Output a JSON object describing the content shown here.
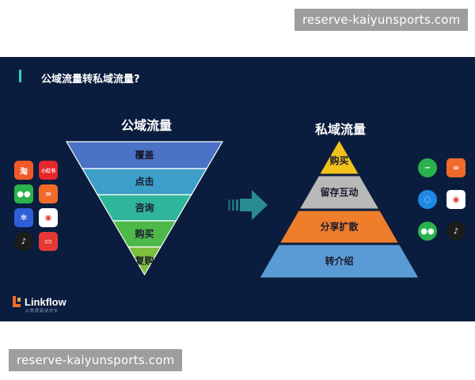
{
  "watermark_top": "reserve-kaiyunsports.com",
  "watermark_bottom": "reserve-kaiyunsports.com",
  "slide_title": "公域流量转私域流量?",
  "public": {
    "heading": "公域流量",
    "layers": [
      {
        "label": "覆盖",
        "color": "#4a73c6"
      },
      {
        "label": "点击",
        "color": "#3d9fc9"
      },
      {
        "label": "咨询",
        "color": "#2fb59a"
      },
      {
        "label": "购买",
        "color": "#4eb848"
      },
      {
        "label": "复购",
        "color": "#7dbf3c"
      }
    ]
  },
  "private": {
    "heading": "私域流量",
    "layers": [
      {
        "label": "购买",
        "color": "#f2c21b"
      },
      {
        "label": "留存互动",
        "color": "#b8b8b8"
      },
      {
        "label": "分享扩散",
        "color": "#ee7d2c"
      },
      {
        "label": "转介绍",
        "color": "#5b9bd5"
      }
    ]
  },
  "left_apps": [
    {
      "icon": "taobao-icon",
      "glyph": "淘",
      "color": "#f05a28"
    },
    {
      "icon": "xiaohongshu-icon",
      "glyph": "小红书",
      "color": "#e6272c"
    },
    {
      "icon": "wechat-icon",
      "glyph": "●●",
      "color": "#2ab24c"
    },
    {
      "icon": "kuaishou-icon",
      "glyph": "∞",
      "color": "#f06a2a"
    },
    {
      "icon": "baidu-icon",
      "glyph": "✻",
      "color": "#2f5fd8"
    },
    {
      "icon": "weibo-icon",
      "glyph": "◉",
      "color": "#ffffff"
    },
    {
      "icon": "douyin-icon",
      "glyph": "♪",
      "color": "#1c1c1c"
    },
    {
      "icon": "toutiao-icon",
      "glyph": "▭",
      "color": "#e53935"
    }
  ],
  "right_apps": [
    {
      "icon": "mini-program-icon",
      "glyph": "∽",
      "color": "#2ab24c"
    },
    {
      "icon": "kuaishou-icon",
      "glyph": "∞",
      "color": "#f06a2a"
    },
    {
      "icon": "qq-icon",
      "glyph": "◌",
      "color": "#1e88e5"
    },
    {
      "icon": "weibo-icon",
      "glyph": "◉",
      "color": "#ffffff"
    },
    {
      "icon": "wechat-icon",
      "glyph": "●●",
      "color": "#2ab24c"
    },
    {
      "icon": "douyin-icon",
      "glyph": "♪",
      "color": "#1c1c1c"
    }
  ],
  "logo": {
    "text": "Linkflow",
    "subtitle": "以数据驱动增长",
    "color": "#f26b2a"
  },
  "arrow_color": "#2a8c92"
}
